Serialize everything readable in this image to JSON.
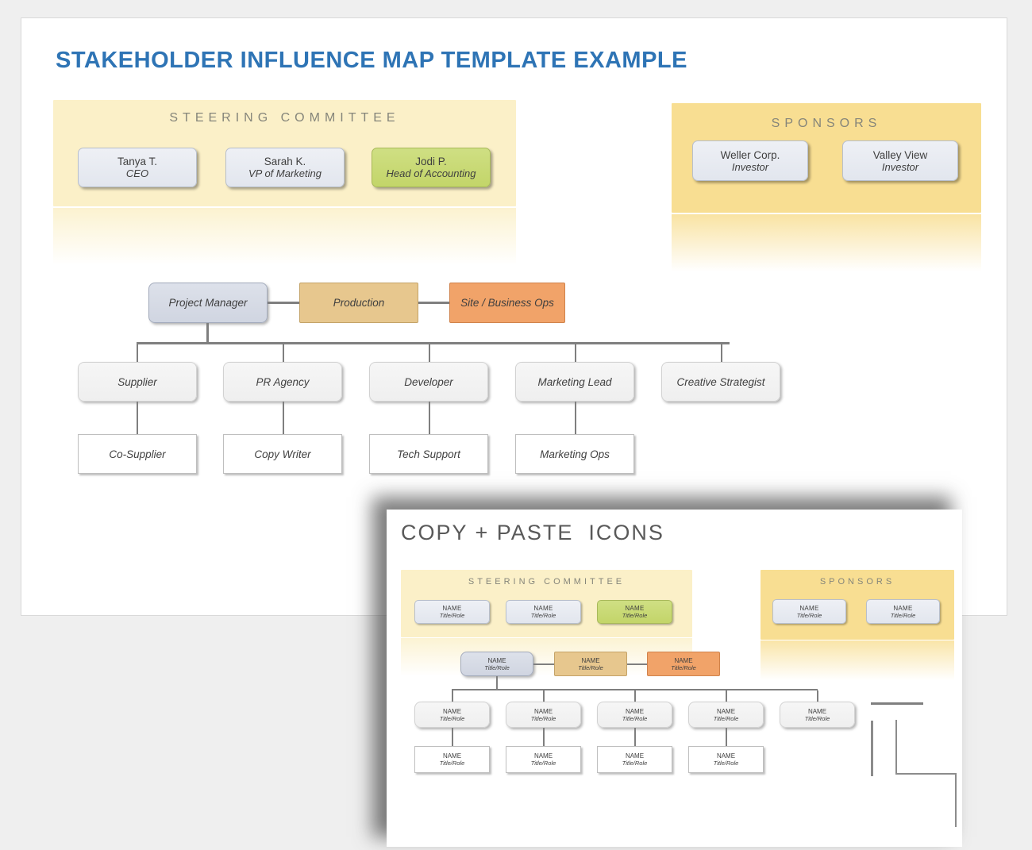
{
  "page": {
    "title": "STAKEHOLDER INFLUENCE MAP TEMPLATE EXAMPLE"
  },
  "colors": {
    "title_blue": "#2e74b5",
    "steering_panel_yellow": "#fbf0c8",
    "sponsors_panel_yellow": "#f8de92",
    "member_gray": "#e8ebf1",
    "member_green": "#c9da77",
    "org_blue": "#d6dae4",
    "org_tan": "#e7c78e",
    "org_orange": "#f1a369",
    "connector_gray": "#7f7f7f"
  },
  "steering_committee": {
    "title": "STEERING COMMITTEE",
    "members": [
      {
        "name": "Tanya T.",
        "role": "CEO"
      },
      {
        "name": "Sarah K.",
        "role": "VP of Marketing"
      },
      {
        "name": "Jodi P.",
        "role": "Head of Accounting"
      }
    ]
  },
  "sponsors": {
    "title": "SPONSORS",
    "members": [
      {
        "name": "Weller Corp.",
        "role": "Investor"
      },
      {
        "name": "Valley View",
        "role": "Investor"
      }
    ]
  },
  "org_chart": {
    "top": [
      {
        "label": "Project Manager"
      },
      {
        "label": "Production"
      },
      {
        "label": "Site / Business Ops"
      }
    ],
    "mid": [
      {
        "label": "Supplier"
      },
      {
        "label": "PR Agency"
      },
      {
        "label": "Developer"
      },
      {
        "label": "Marketing Lead"
      },
      {
        "label": "Creative Strategist"
      }
    ],
    "bottom": [
      {
        "label": "Co-Supplier"
      },
      {
        "label": "Copy Writer"
      },
      {
        "label": "Tech Support"
      },
      {
        "label": "Marketing Ops"
      }
    ]
  },
  "copy_paste": {
    "heading": "COPY + PASTE  ICONS",
    "steering_title": "STEERING COMMITTEE",
    "sponsors_title": "SPONSORS",
    "placeholder_name": "NAME",
    "placeholder_role": "Title/Role"
  }
}
